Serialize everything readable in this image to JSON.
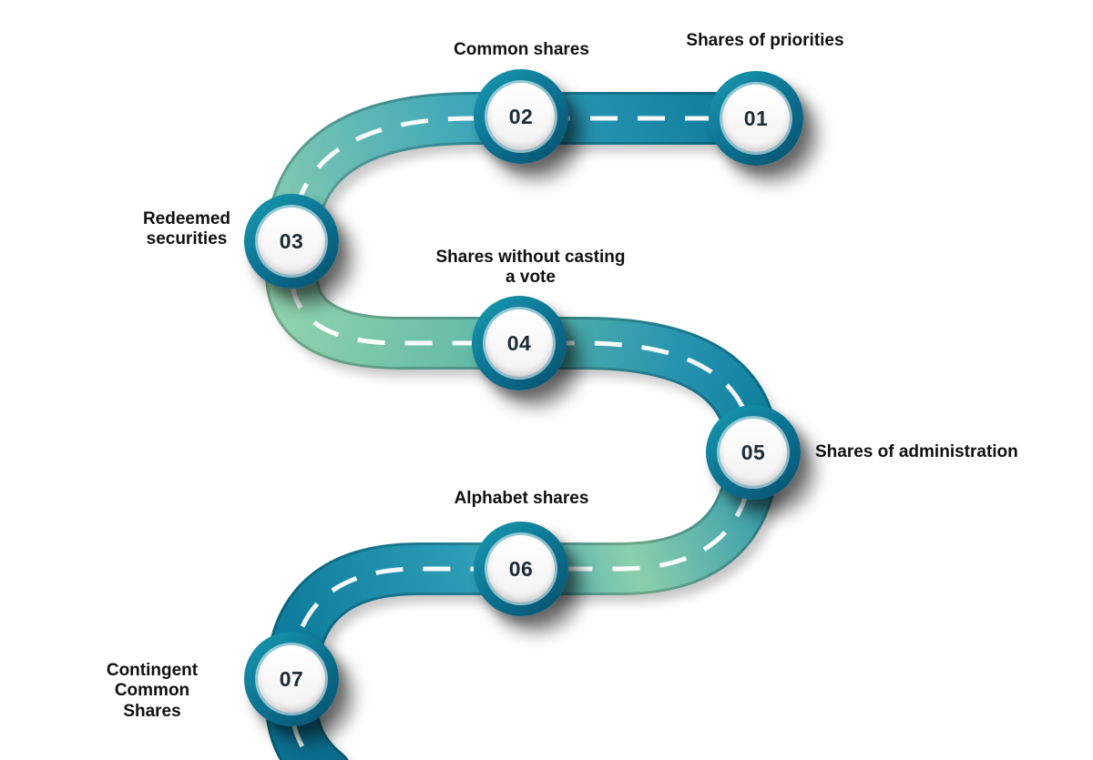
{
  "theme": {
    "road_teal": "#117f9f",
    "road_green": "#8ed1ad",
    "node_ring_dark": "#0b6e8e",
    "node_ring_light": "#1a9cb2",
    "dash_color": "#ffffff",
    "text_color": "#101010",
    "background": "#ffffff"
  },
  "nodes": [
    {
      "number": "01",
      "label": "Shares of priorities"
    },
    {
      "number": "02",
      "label": "Common shares"
    },
    {
      "number": "03",
      "label": "Redeemed securities"
    },
    {
      "number": "04",
      "label": "Shares without casting a vote"
    },
    {
      "number": "05",
      "label": "Shares of administration"
    },
    {
      "number": "06",
      "label": "Alphabet shares"
    },
    {
      "number": "07",
      "label": "Contingent Common Shares"
    }
  ]
}
